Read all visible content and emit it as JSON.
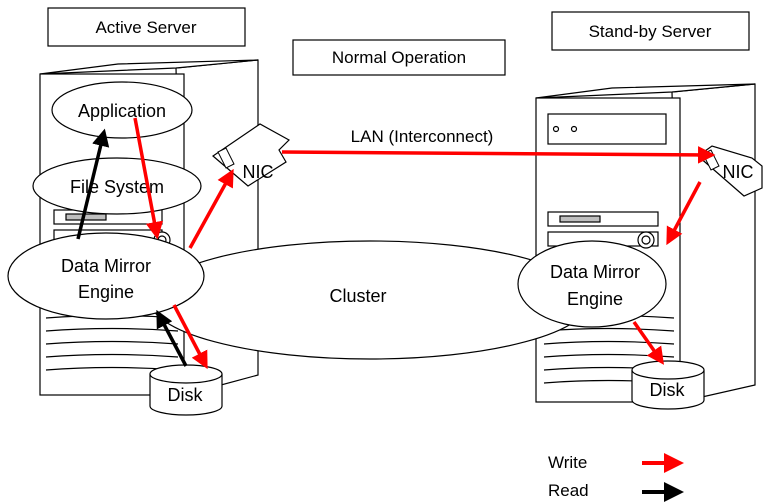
{
  "labels": {
    "active_server": "Active Server",
    "standby_server": "Stand-by Server",
    "normal_operation": "Normal Operation",
    "lan": "LAN (Interconnect)",
    "application": "Application",
    "file_system": "File System",
    "nic_active": "NIC",
    "nic_standby": "NIC",
    "mirror_active_line1": "Data Mirror",
    "mirror_active_line2": "Engine",
    "mirror_standby_line1": "Data Mirror",
    "mirror_standby_line2": "Engine",
    "cluster": "Cluster",
    "disk_active": "Disk",
    "disk_standby": "Disk"
  },
  "legend": {
    "write": "Write",
    "read": "Read"
  },
  "colors": {
    "write_arrow": "#ff0000",
    "read_arrow": "#000000",
    "server_body": "#ffffff",
    "server_stroke": "#000000",
    "slot_fill": "#bfbfbf"
  }
}
